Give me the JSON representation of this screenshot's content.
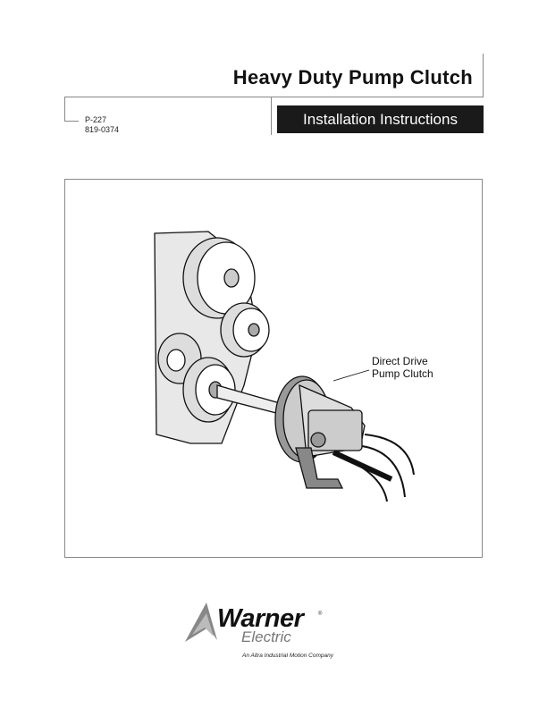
{
  "header": {
    "title": "Heavy Duty Pump Clutch",
    "part_number": "P-227",
    "doc_number": "819-0374",
    "subtitle": "Installation Instructions"
  },
  "figure": {
    "callout_line1": "Direct Drive",
    "callout_line2": "Pump Clutch"
  },
  "logo": {
    "brand": "Warner",
    "registered": "®",
    "sub_brand": "Electric",
    "tagline": "An Altra Industrial Motion Company"
  }
}
